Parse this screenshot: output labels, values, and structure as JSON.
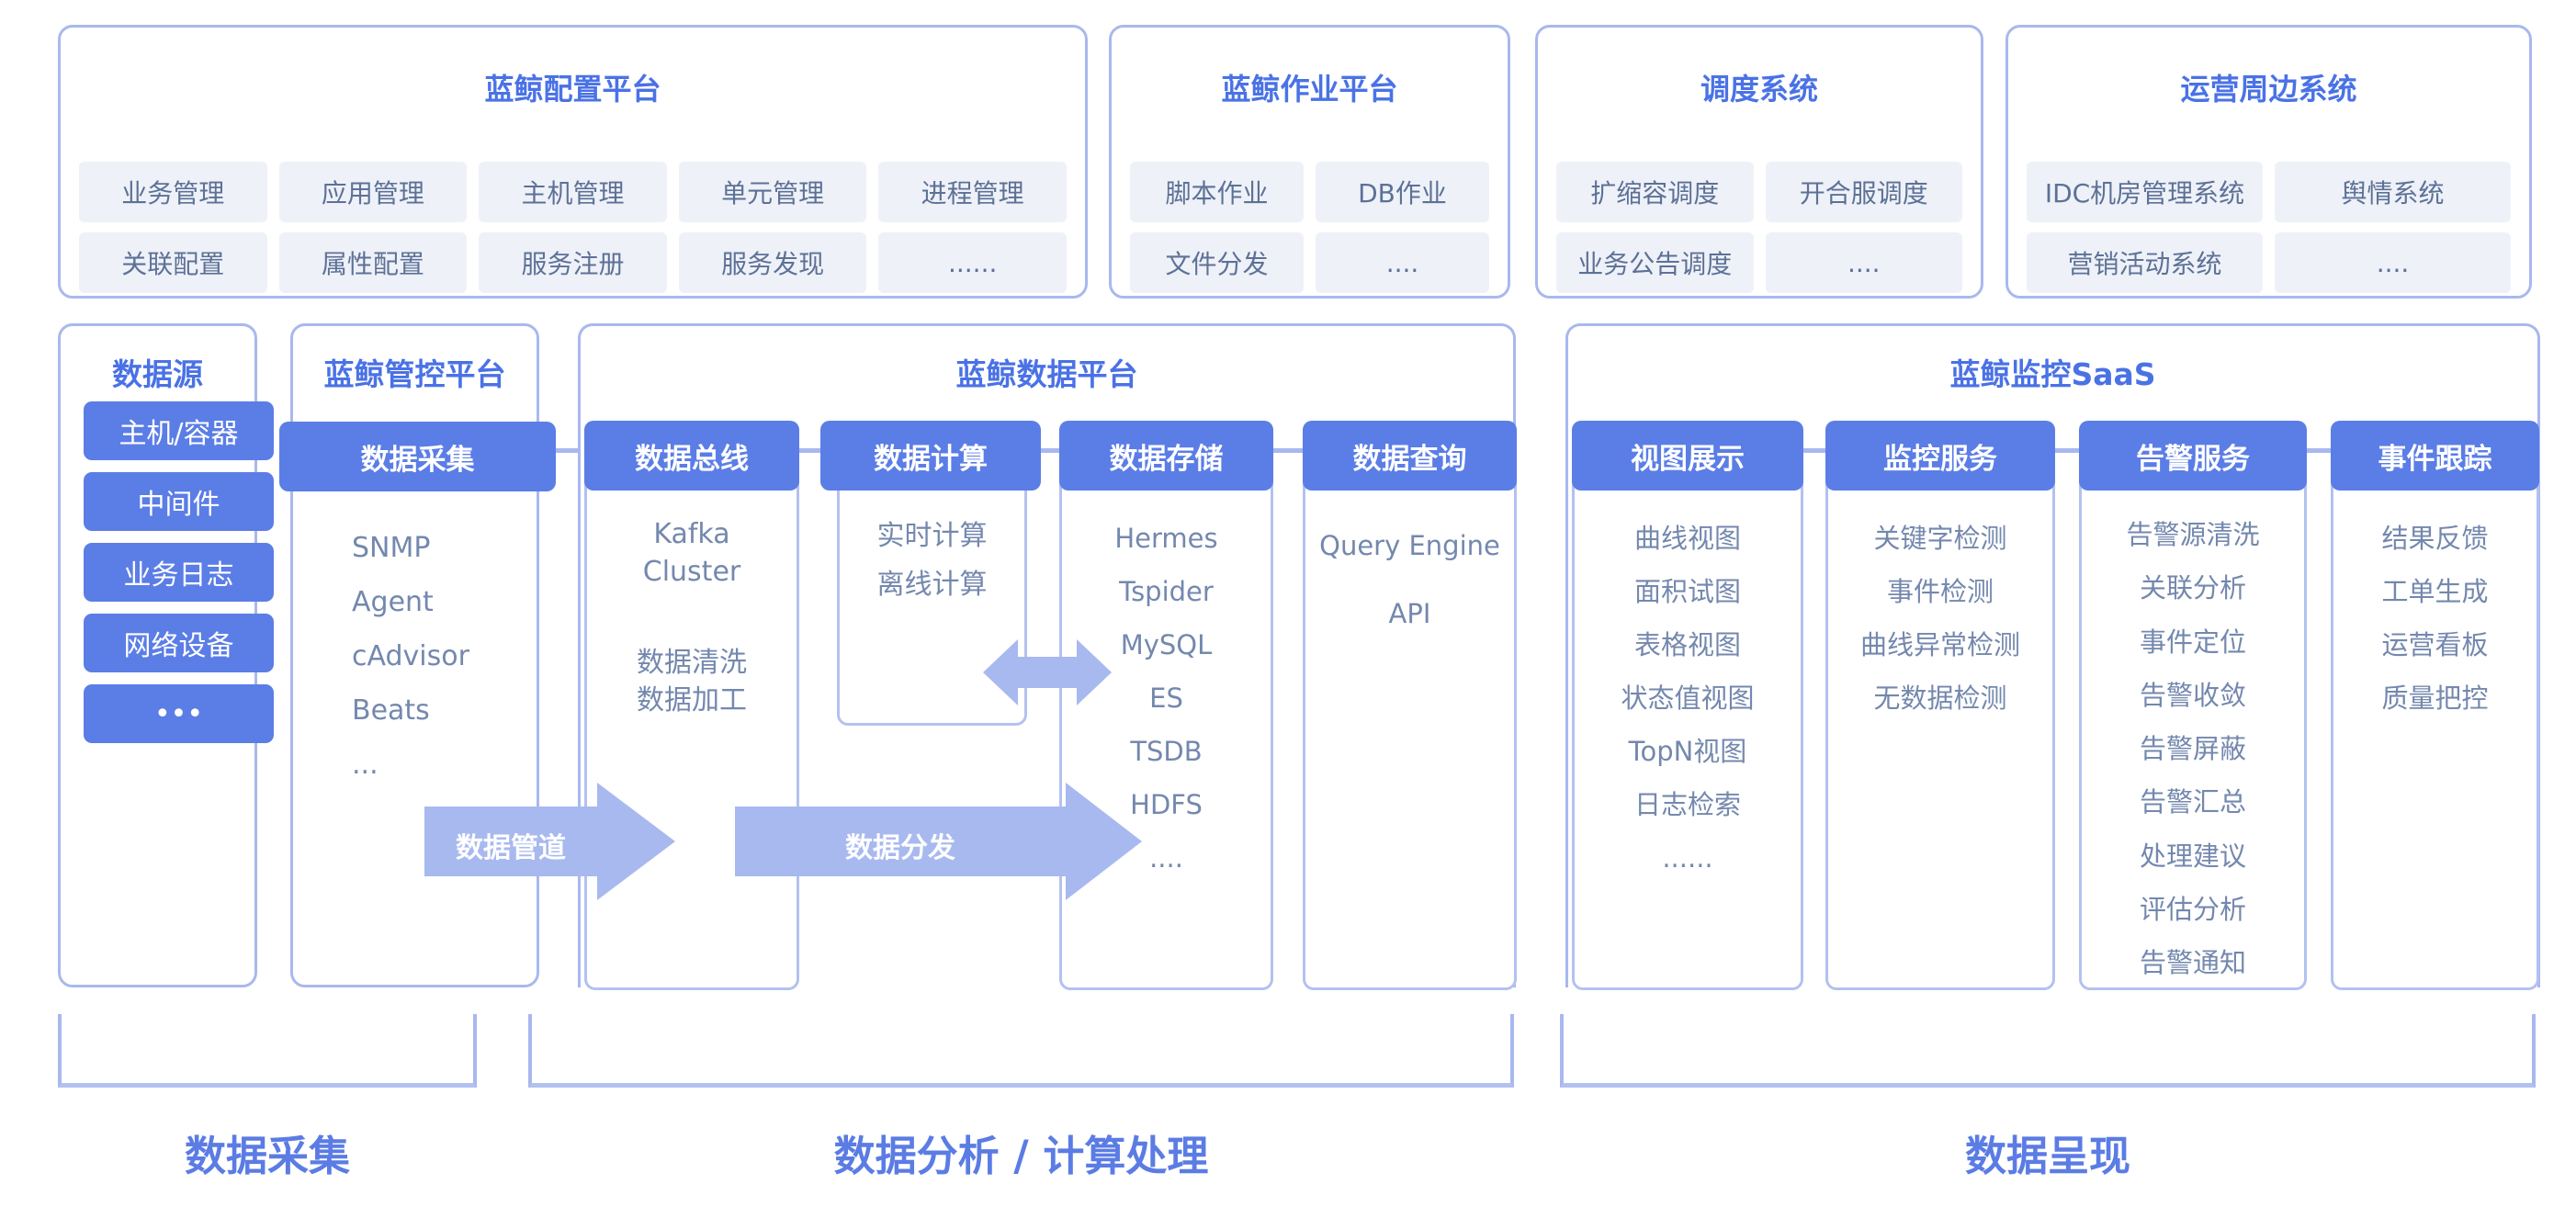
{
  "colors": {
    "title_blue": "#4a72e6",
    "header_bg": "#5b7de6",
    "chip_bg": "#eef1f8",
    "chip_text": "#5d7196",
    "list_text": "#7488ae",
    "border_outer": "#a9b8ee",
    "border_column": "#b3c1f1",
    "arrow_fill": "#a8b9ef",
    "stage_label": "#5b7ce4"
  },
  "top_boxes": [
    {
      "title": "蓝鲸配置平台",
      "rows": [
        [
          "业务管理",
          "应用管理",
          "主机管理",
          "单元管理",
          "进程管理"
        ],
        [
          "关联配置",
          "属性配置",
          "服务注册",
          "服务发现",
          "......"
        ]
      ]
    },
    {
      "title": "蓝鲸作业平台",
      "rows": [
        [
          "脚本作业",
          "DB作业"
        ],
        [
          "文件分发",
          "...."
        ]
      ]
    },
    {
      "title": "调度系统",
      "rows": [
        [
          "扩缩容调度",
          "开合服调度"
        ],
        [
          "业务公告调度",
          "...."
        ]
      ]
    },
    {
      "title": "运营周边系统",
      "rows": [
        [
          "IDC机房管理系统",
          "舆情系统"
        ],
        [
          "营销活动系统",
          "...."
        ]
      ]
    }
  ],
  "data_source": {
    "title": "数据源",
    "items": [
      "主机/容器",
      "中间件",
      "业务日志",
      "网络设备",
      "•••"
    ]
  },
  "control_platform": {
    "title": "蓝鲸管控平台",
    "header": "数据采集",
    "items": [
      "SNMP",
      "Agent",
      "cAdvisor",
      "Beats",
      "..."
    ]
  },
  "data_platform": {
    "title": "蓝鲸数据平台",
    "columns": [
      {
        "header": "数据总线",
        "groups": [
          [
            "Kafka",
            "Cluster"
          ],
          [
            "数据清洗",
            "数据加工"
          ]
        ]
      },
      {
        "header": "数据计算",
        "items": [
          "实时计算",
          "离线计算"
        ]
      },
      {
        "header": "数据存储",
        "items": [
          "Hermes",
          "Tspider",
          "MySQL",
          "ES",
          "TSDB",
          "HDFS",
          "...."
        ]
      },
      {
        "header": "数据查询",
        "items": [
          "Query Engine",
          "API"
        ]
      }
    ]
  },
  "monitor_saas": {
    "title": "蓝鲸监控SaaS",
    "columns": [
      {
        "header": "视图展示",
        "items": [
          "曲线视图",
          "面积试图",
          "表格视图",
          "状态值视图",
          "TopN视图",
          "日志检索",
          "......"
        ]
      },
      {
        "header": "监控服务",
        "items": [
          "关键字检测",
          "事件检测",
          "曲线异常检测",
          "无数据检测"
        ]
      },
      {
        "header": "告警服务",
        "items": [
          "告警源清洗",
          "关联分析",
          "事件定位",
          "告警收敛",
          "告警屏蔽",
          "告警汇总",
          "处理建议",
          "评估分析",
          "告警通知"
        ]
      },
      {
        "header": "事件跟踪",
        "items": [
          "结果反馈",
          "工单生成",
          "运营看板",
          "质量把控"
        ]
      }
    ]
  },
  "arrows": {
    "pipeline": "数据管道",
    "distribute": "数据分发"
  },
  "stage_labels": [
    "数据采集",
    "数据分析 / 计算处理",
    "数据呈现"
  ]
}
